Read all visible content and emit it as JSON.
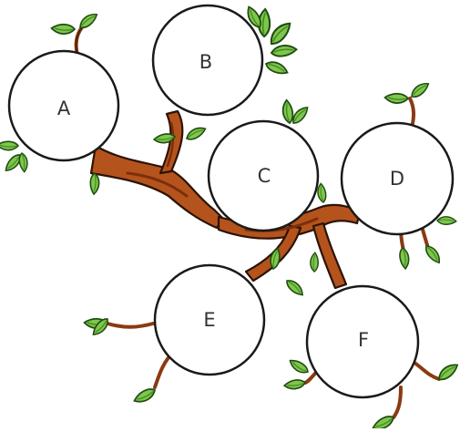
{
  "diagram": {
    "nodes": [
      {
        "id": "A",
        "label": "A"
      },
      {
        "id": "B",
        "label": "B"
      },
      {
        "id": "C",
        "label": "C"
      },
      {
        "id": "D",
        "label": "D"
      },
      {
        "id": "E",
        "label": "E"
      },
      {
        "id": "F",
        "label": "F"
      }
    ]
  },
  "colors": {
    "bark_fill": "#b5531c",
    "bark_shadow": "#7a2f0c",
    "bark_outline": "#2b1306",
    "leaf_light": "#9ad85a",
    "leaf_mid": "#5fae34",
    "leaf_dark": "#2f7a1f",
    "node_fill": "#ffffff",
    "node_outline": "#1a1a1a",
    "label_color": "#333333"
  }
}
